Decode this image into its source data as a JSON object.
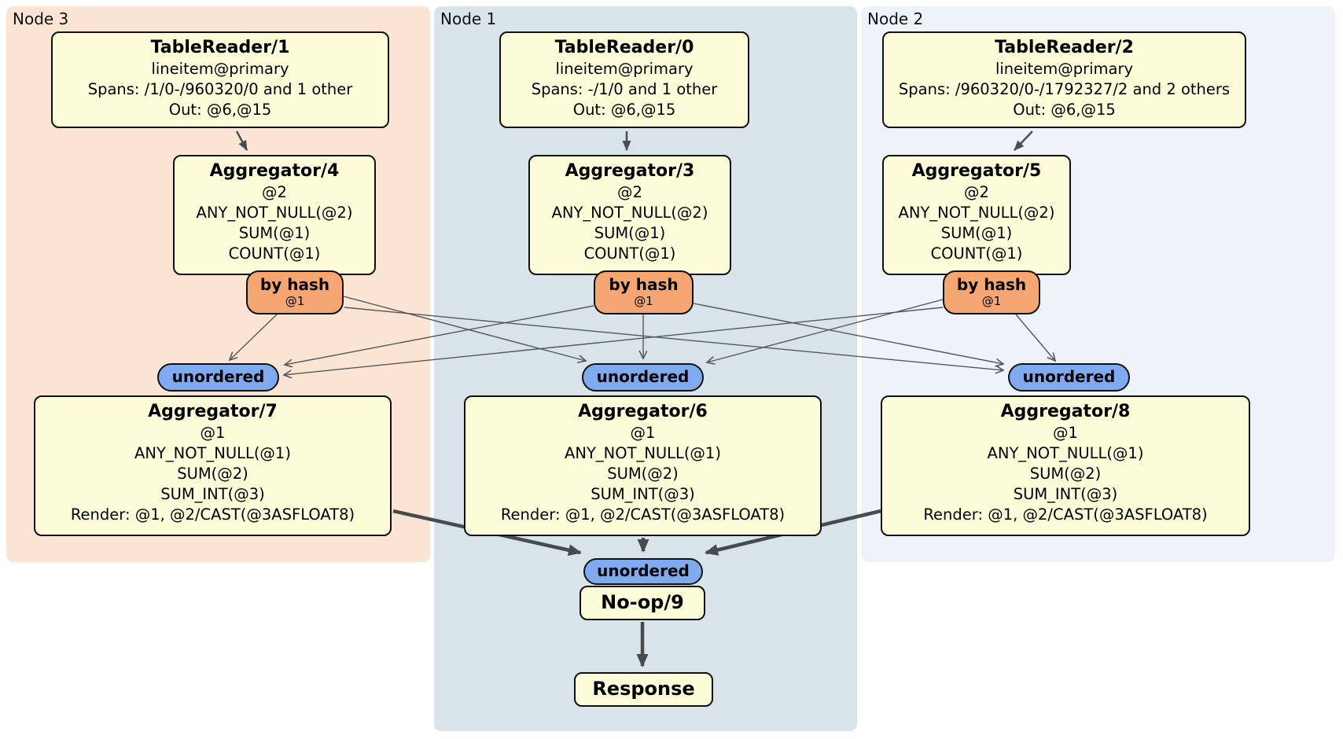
{
  "diagram": {
    "node_groups": [
      {
        "label": "Node 3"
      },
      {
        "label": "Node 1"
      },
      {
        "label": "Node 2"
      }
    ],
    "colors": {
      "group_node3_bg": "#fce4d5",
      "group_node1_bg": "#d8e4ea",
      "group_node2_bg": "#eef3fa",
      "box_bg": "#fdfcd9",
      "hash_router_bg": "#f5a673",
      "unordered_router_bg": "#80aaf0",
      "edge_thin": "#55585a",
      "edge_thick": "#474b4e"
    },
    "processors": {
      "tr1": {
        "title": "TableReader/1",
        "lines": [
          "lineitem@primary",
          "Spans: /1/0-/960320/0 and 1 other",
          "Out: @6,@15"
        ]
      },
      "tr0": {
        "title": "TableReader/0",
        "lines": [
          "lineitem@primary",
          "Spans: -/1/0 and 1 other",
          "Out: @6,@15"
        ]
      },
      "tr2": {
        "title": "TableReader/2",
        "lines": [
          "lineitem@primary",
          "Spans: /960320/0-/1792327/2 and 2 others",
          "Out: @6,@15"
        ]
      },
      "agg4": {
        "title": "Aggregator/4",
        "lines": [
          "@2",
          "ANY_NOT_NULL(@2)",
          "SUM(@1)",
          "COUNT(@1)"
        ]
      },
      "agg3": {
        "title": "Aggregator/3",
        "lines": [
          "@2",
          "ANY_NOT_NULL(@2)",
          "SUM(@1)",
          "COUNT(@1)"
        ]
      },
      "agg5": {
        "title": "Aggregator/5",
        "lines": [
          "@2",
          "ANY_NOT_NULL(@2)",
          "SUM(@1)",
          "COUNT(@1)"
        ]
      },
      "agg7": {
        "title": "Aggregator/7",
        "lines": [
          "@1",
          "ANY_NOT_NULL(@1)",
          "SUM(@2)",
          "SUM_INT(@3)",
          "Render: @1, @2/CAST(@3ASFLOAT8)"
        ]
      },
      "agg6": {
        "title": "Aggregator/6",
        "lines": [
          "@1",
          "ANY_NOT_NULL(@1)",
          "SUM(@2)",
          "SUM_INT(@3)",
          "Render: @1, @2/CAST(@3ASFLOAT8)"
        ]
      },
      "agg8": {
        "title": "Aggregator/8",
        "lines": [
          "@1",
          "ANY_NOT_NULL(@1)",
          "SUM(@2)",
          "SUM_INT(@3)",
          "Render: @1, @2/CAST(@3ASFLOAT8)"
        ]
      },
      "noop": {
        "title": "No-op/9"
      },
      "response": {
        "title": "Response"
      }
    },
    "routers": {
      "by_hash": {
        "label": "by hash",
        "detail": "@1"
      },
      "unordered": {
        "label": "unordered"
      }
    }
  }
}
